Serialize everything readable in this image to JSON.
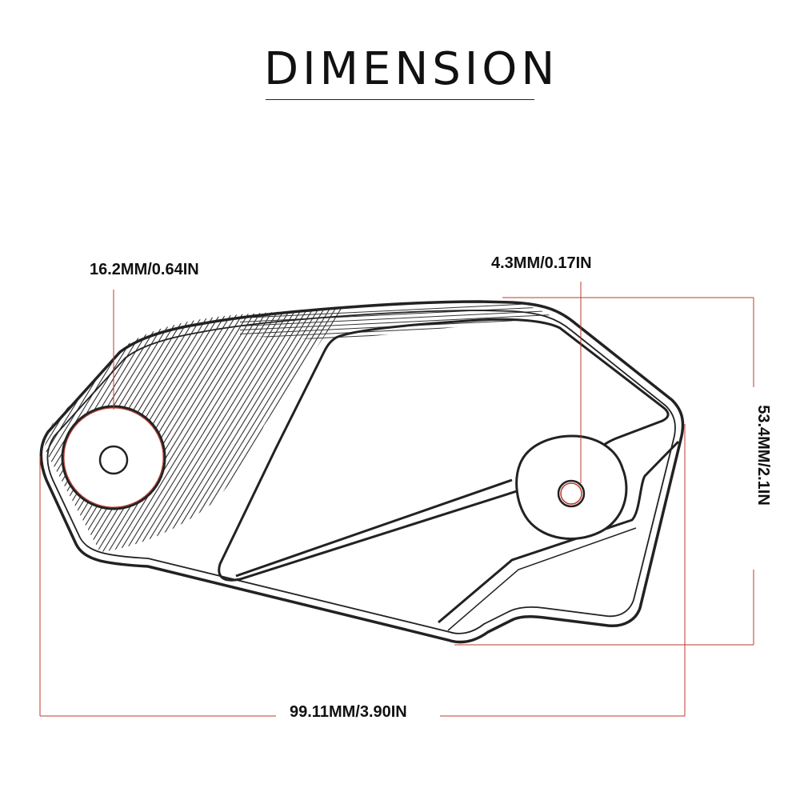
{
  "title": "DIMENSION",
  "dimensions": {
    "large_hole_diameter": "16.2MM/0.64IN",
    "small_hole_diameter": "4.3MM/0.17IN",
    "height": "53.4MM/2.1IN",
    "width": "99.11MM/3.90IN"
  },
  "colors": {
    "outline": "#222222",
    "dimension_line": "#c0392b",
    "text": "#111111"
  }
}
